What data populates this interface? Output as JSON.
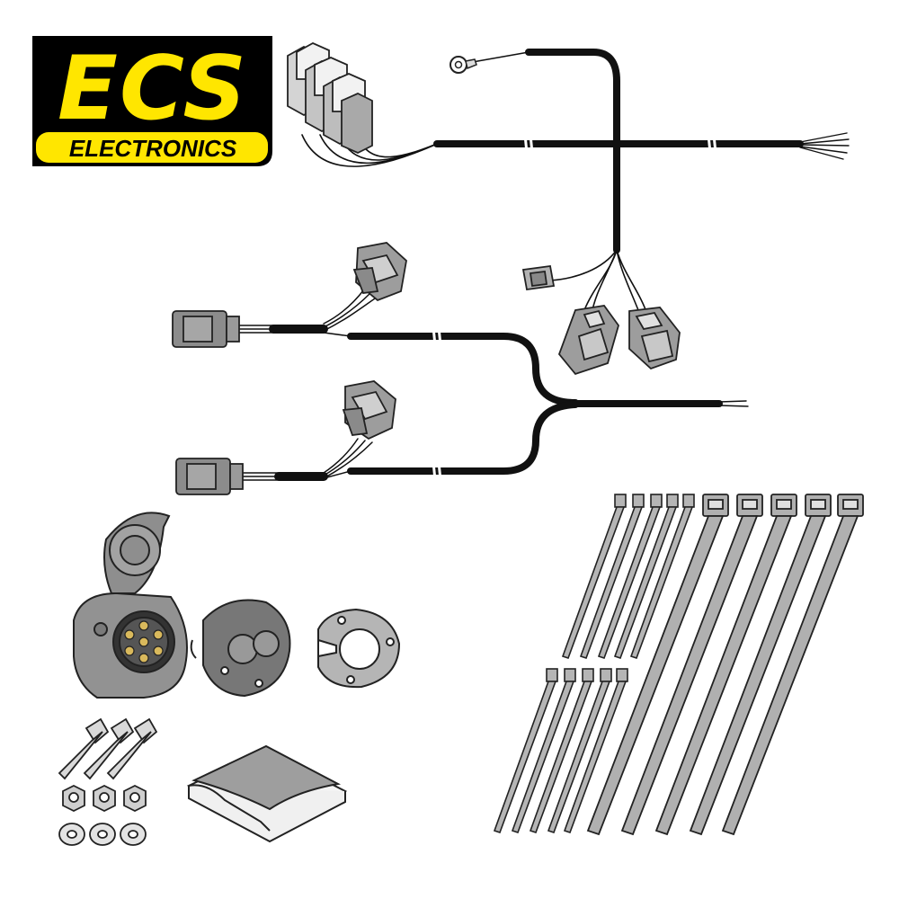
{
  "brand": {
    "name": "ECS",
    "tagline": "ELECTRONICS",
    "colors": {
      "background": "#000000",
      "accent": "#ffe600",
      "text": "#000000"
    }
  },
  "product": {
    "items": [
      "wiring-harness",
      "ring-terminal",
      "relay-modules",
      "vehicle-connectors",
      "towbar-socket",
      "socket-gasket",
      "socket-mounting-plate",
      "bolts",
      "nuts",
      "lock-washers",
      "adhesive-pad",
      "cable-ties-small",
      "cable-ties-large"
    ],
    "colors": {
      "cable": "#111111",
      "connector": "#8f8f8f",
      "connector_light": "#bdbdbd",
      "hardware": "#d9d9d9",
      "outline": "#222222"
    }
  }
}
